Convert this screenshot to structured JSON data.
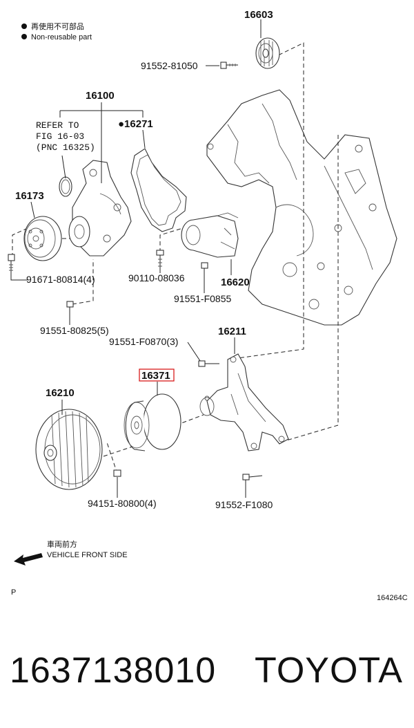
{
  "legend": {
    "line_jp": "再使用不可部品",
    "line_en": "Non-reusable part"
  },
  "labels": {
    "p16603": "16603",
    "p91552_81050": "91552-81050",
    "p16100": "16100",
    "refer_line1": "REFER TO",
    "refer_line2": "FIG 16-03",
    "refer_line3": "(PNC 16325)",
    "p16271": "●16271",
    "p16173": "16173",
    "p91671": "91671-80814(4)",
    "p90110": "90110-08036",
    "p16620": "16620",
    "p91551_F0855": "91551-F0855",
    "p91551_80825": "91551-80825(5)",
    "p91551_F0870": "91551-F0870(3)",
    "p16211": "16211",
    "p16371": "16371",
    "p16210": "16210",
    "p94151": "94151-80800(4)",
    "p91552_F1080": "91552-F1080"
  },
  "direction": {
    "jp": "車両前方",
    "en": "VEHICLE FRONT SIDE"
  },
  "corner_p": "P",
  "figure_code": "164264C",
  "footer": {
    "part_number": "1637138010",
    "brand": "TOYOTA"
  },
  "highlight_color": "#d81b1b"
}
